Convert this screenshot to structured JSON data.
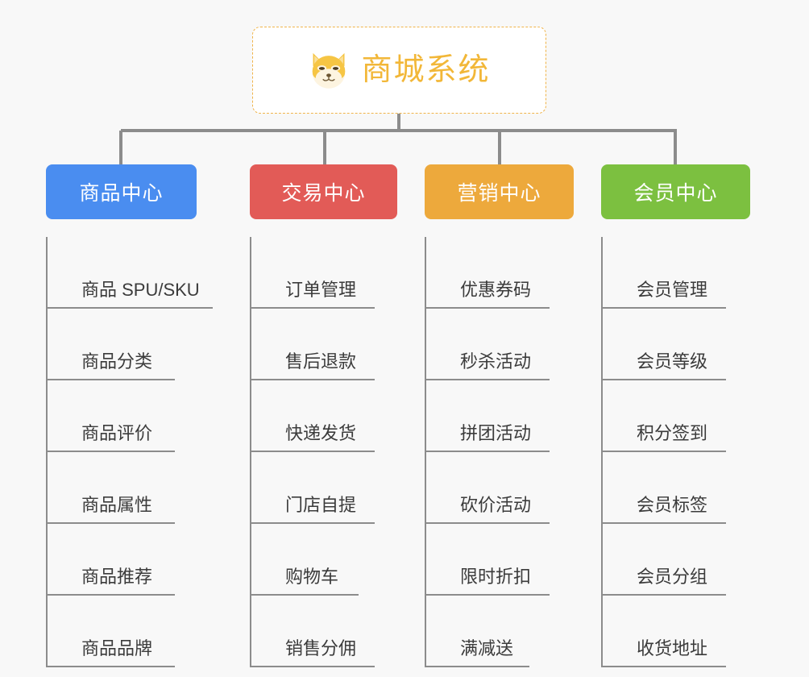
{
  "background_color": "#f8f8f8",
  "root": {
    "icon": "shiba-dog-face-icon",
    "title": "商城系统",
    "title_color": "#f2b738",
    "border_color": "#f0b44a"
  },
  "branches": [
    {
      "label": "商品中心",
      "color": "#4a8df0",
      "leaves": [
        "商品 SPU/SKU",
        "商品分类",
        "商品评价",
        "商品属性",
        "商品推荐",
        "商品品牌"
      ]
    },
    {
      "label": "交易中心",
      "color": "#e25b57",
      "leaves": [
        "订单管理",
        "售后退款",
        "快递发货",
        "门店自提",
        "购物车",
        "销售分佣"
      ]
    },
    {
      "label": "营销中心",
      "color": "#eda93c",
      "leaves": [
        "优惠券码",
        "秒杀活动",
        "拼团活动",
        "砍价活动",
        "限时折扣",
        "满减送"
      ]
    },
    {
      "label": "会员中心",
      "color": "#7cc040",
      "leaves": [
        "会员管理",
        "会员等级",
        "积分签到",
        "会员标签",
        "会员分组",
        "收货地址"
      ]
    }
  ],
  "connector_color": "#8c8c8c"
}
